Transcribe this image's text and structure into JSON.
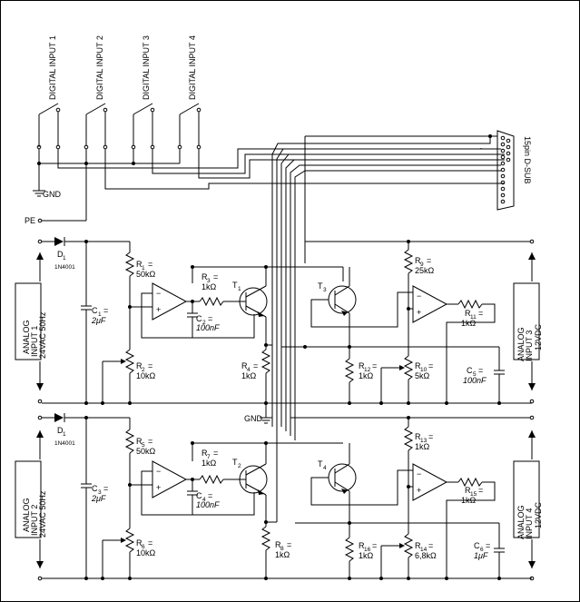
{
  "digital_inputs": [
    "DIGITAL INPUT 1",
    "DIGITAL INPUT 2",
    "DIGITAL INPUT 3",
    "DIGITAL INPUT 4"
  ],
  "connector": "15pin D-SUB",
  "gnd": "GND",
  "pe": "PE",
  "left_upper": {
    "source": [
      "ANALOG",
      "INPUT 1",
      "24VAC 50Hz"
    ],
    "diode": {
      "name": "D",
      "sub": "1",
      "part": "1N4001"
    },
    "cap": {
      "name": "C",
      "sub": "1",
      "val": "2μF"
    },
    "r_top": {
      "name": "R",
      "sub": "1",
      "val": "50kΩ"
    },
    "r_bot": {
      "name": "R",
      "sub": "2",
      "val": "10kΩ"
    },
    "r_base": {
      "name": "R",
      "sub": "3",
      "val": "1kΩ"
    },
    "c_fb": {
      "name": "C",
      "sub": "2",
      "val": "100nF"
    },
    "transistor": {
      "name": "T",
      "sub": "1"
    },
    "r_emit": {
      "name": "R",
      "sub": "4",
      "val": "1kΩ"
    }
  },
  "left_lower": {
    "source": [
      "ANALOG",
      "INPUT 2",
      "24VAC 50Hz"
    ],
    "diode": {
      "name": "D",
      "sub": "1",
      "part": "1N4001"
    },
    "cap": {
      "name": "C",
      "sub": "3",
      "val": "2μF"
    },
    "r_top": {
      "name": "R",
      "sub": "5",
      "val": "50kΩ"
    },
    "r_bot": {
      "name": "R",
      "sub": "6",
      "val": "10kΩ"
    },
    "r_base": {
      "name": "R",
      "sub": "7",
      "val": "1kΩ"
    },
    "c_fb": {
      "name": "C",
      "sub": "4",
      "val": "100nF"
    },
    "transistor": {
      "name": "T",
      "sub": "2"
    },
    "r_emit": {
      "name": "R",
      "sub": "8",
      "val": "1kΩ"
    }
  },
  "right_upper": {
    "source": [
      "ANALOG",
      "INPUT 3",
      "12VDC"
    ],
    "transistor": {
      "name": "T",
      "sub": "3"
    },
    "r_top": {
      "name": "R",
      "sub": "9",
      "val": "25kΩ"
    },
    "r_fb": {
      "name": "R",
      "sub": "11",
      "val": "1kΩ"
    },
    "r_emit": {
      "name": "R",
      "sub": "12",
      "val": "1kΩ"
    },
    "r_bot": {
      "name": "R",
      "sub": "10",
      "val": "5kΩ"
    },
    "cap": {
      "name": "C",
      "sub": "5",
      "val": "100nF"
    }
  },
  "right_lower": {
    "source": [
      "ANALOG",
      "INPUT 4",
      "12VDC"
    ],
    "transistor": {
      "name": "T",
      "sub": "4"
    },
    "r_top": {
      "name": "R",
      "sub": "13",
      "val": "1kΩ"
    },
    "r_fb": {
      "name": "R",
      "sub": "15",
      "val": "1kΩ"
    },
    "r_emit": {
      "name": "R",
      "sub": "16",
      "val": "1kΩ"
    },
    "r_bot": {
      "name": "R",
      "sub": "14",
      "val": "6,8kΩ"
    },
    "cap": {
      "name": "C",
      "sub": "6",
      "val": "1μF"
    }
  }
}
